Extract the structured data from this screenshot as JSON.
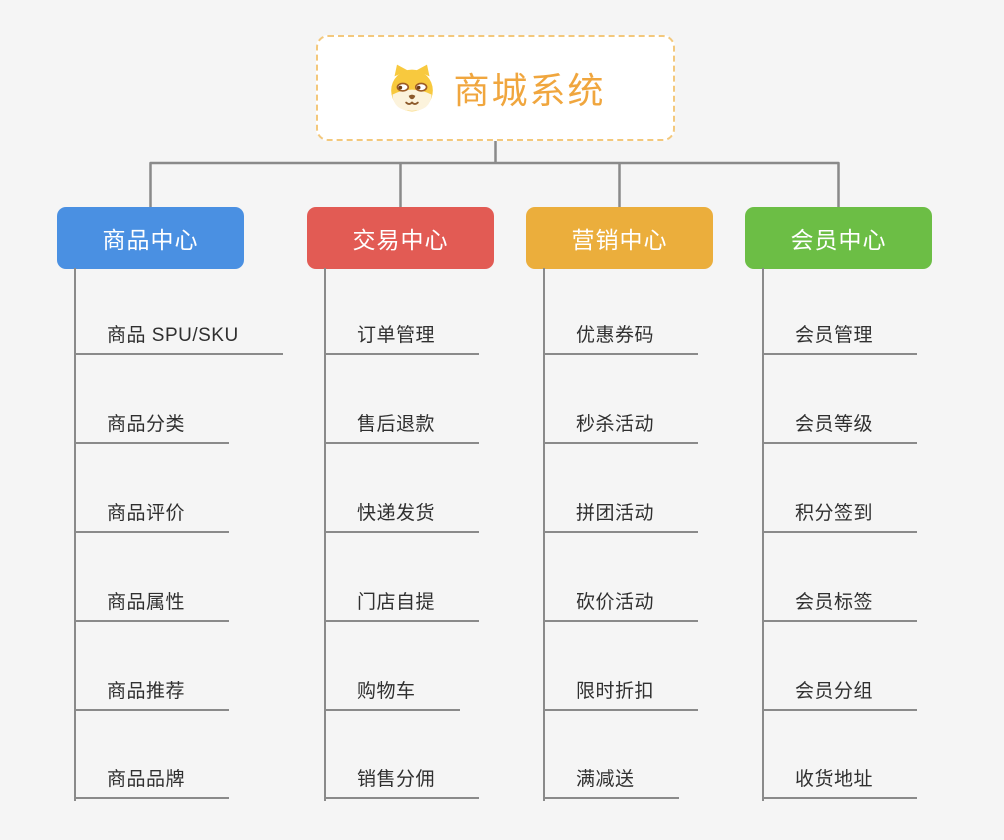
{
  "root": {
    "label": "商城系统",
    "icon": "dog-face-icon"
  },
  "branches": [
    {
      "label": "商品中心",
      "color": "#4a90e2",
      "items": [
        "商品 SPU/SKU",
        "商品分类",
        "商品评价",
        "商品属性",
        "商品推荐",
        "商品品牌"
      ]
    },
    {
      "label": "交易中心",
      "color": "#e25b54",
      "items": [
        "订单管理",
        "售后退款",
        "快递发货",
        "门店自提",
        "购物车",
        "销售分佣"
      ]
    },
    {
      "label": "营销中心",
      "color": "#ebae3c",
      "items": [
        "优惠券码",
        "秒杀活动",
        "拼团活动",
        "砍价活动",
        "限时折扣",
        "满减送"
      ]
    },
    {
      "label": "会员中心",
      "color": "#6cbe45",
      "items": [
        "会员管理",
        "会员等级",
        "积分签到",
        "会员标签",
        "会员分组",
        "收货地址"
      ]
    }
  ],
  "colors": {
    "background": "#f5f5f5",
    "line": "#8a8a8a",
    "item_text": "#303030",
    "root_text": "#f0a63e",
    "root_border": "#f3c87c",
    "node_text": "#ffffff"
  }
}
